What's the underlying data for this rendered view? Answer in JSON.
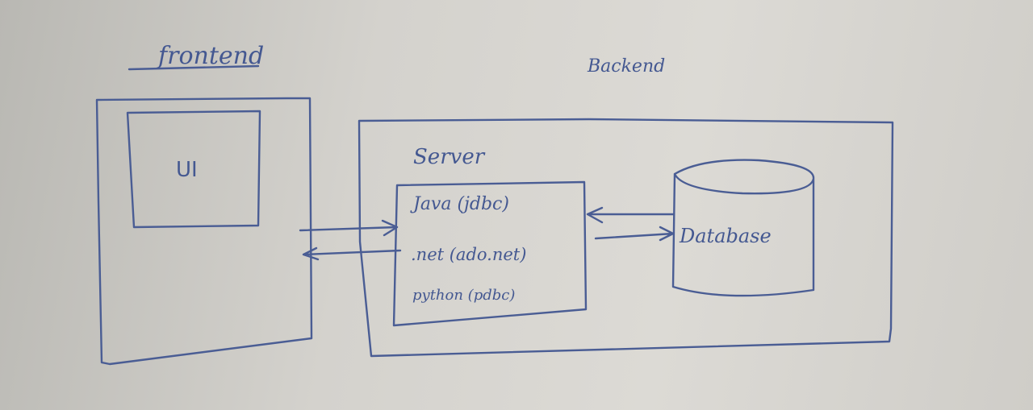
{
  "frontend": {
    "title": "frontend",
    "ui_label": "UI"
  },
  "backend": {
    "title": "Backend",
    "server": {
      "title": "Server",
      "technologies": [
        "Java (jdbc)",
        ".net (ado.net)",
        "python (pdbc)"
      ]
    },
    "database": {
      "label": "Database"
    }
  },
  "ink_color": "#4a5d94"
}
